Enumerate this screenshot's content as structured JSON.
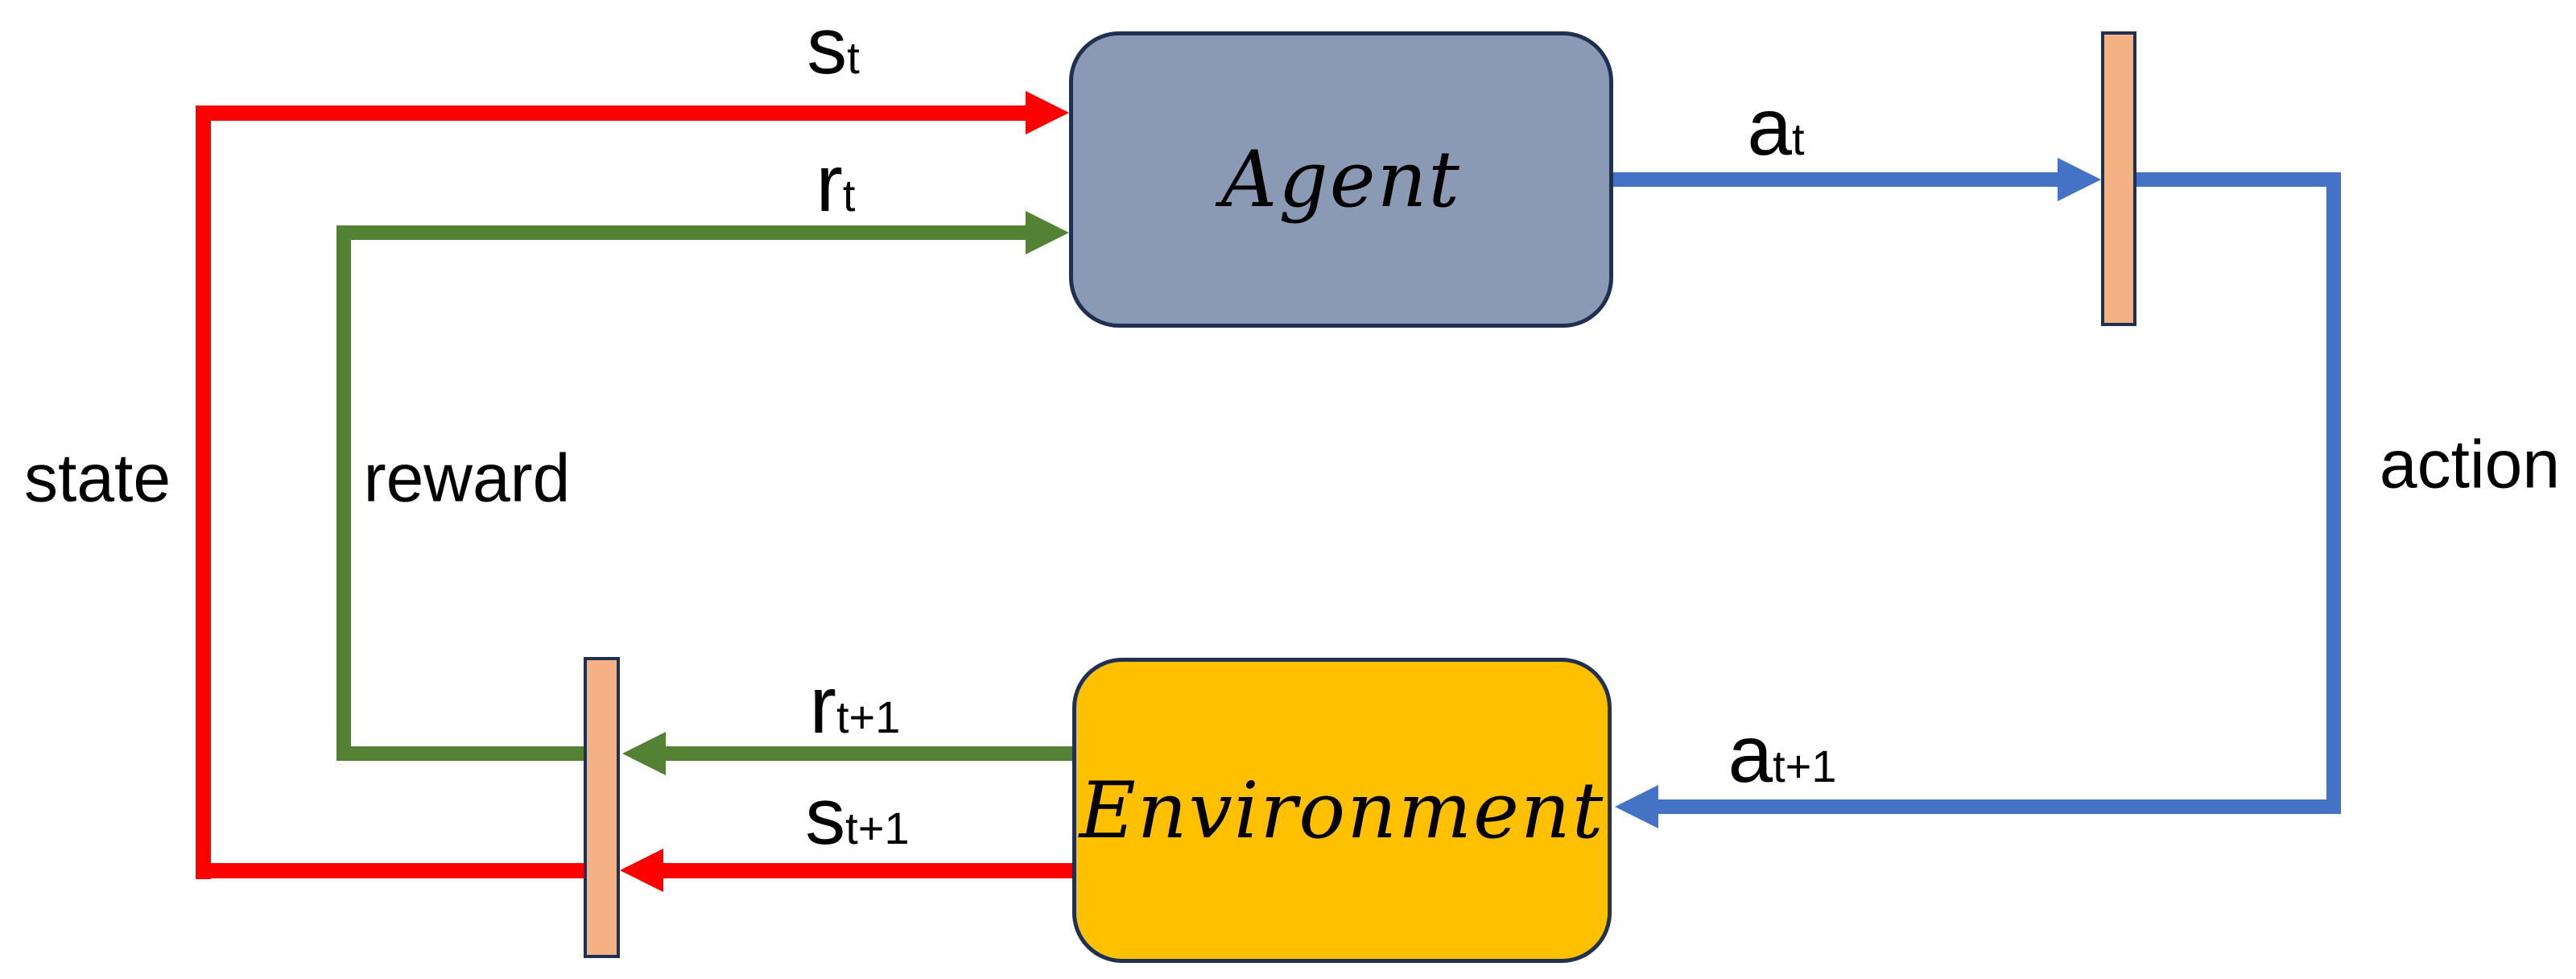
{
  "nodes": {
    "agent": {
      "label": "Agent",
      "fill": "#8A9AB5",
      "border": "#1F3050"
    },
    "environment": {
      "label": "Environment",
      "fill": "#FFC000",
      "border": "#1F3050"
    }
  },
  "flows": {
    "state": {
      "side_label": "state",
      "color": "#FF0000",
      "arrow_labels": {
        "t": {
          "main": "s",
          "sub": "t"
        },
        "t1": {
          "main": "s",
          "sub": "t+1"
        }
      }
    },
    "reward": {
      "side_label": "reward",
      "color": "#548235",
      "arrow_labels": {
        "t": {
          "main": "r",
          "sub": "t"
        },
        "t1": {
          "main": "r",
          "sub": "t+1"
        }
      }
    },
    "action": {
      "side_label": "action",
      "color": "#4472C4",
      "arrow_labels": {
        "t": {
          "main": "a",
          "sub": "t"
        },
        "t1": {
          "main": "a",
          "sub": "t+1"
        }
      }
    }
  },
  "delay_bars": {
    "fill": "#F4B183",
    "border": "#1F3050"
  }
}
